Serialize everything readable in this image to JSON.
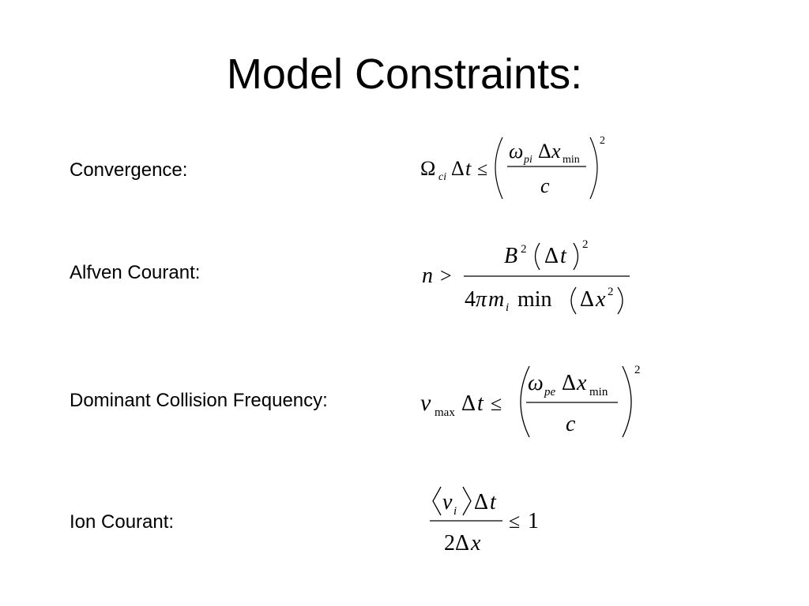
{
  "slide": {
    "title": "Model Constraints:"
  },
  "constraints": [
    {
      "label": "Convergence:",
      "math": {
        "lhs_symbol": "Ω",
        "lhs_sub": "ci",
        "delta": "Δ",
        "t": "t",
        "op": "≤",
        "omega": "ω",
        "omega_sub": "pi",
        "x": "x",
        "x_sub": "min",
        "denominator": "c",
        "exponent": "2"
      }
    },
    {
      "label": "Alfven Courant:",
      "math": {
        "n": "n",
        "op": ">",
        "B": "B",
        "B_exp": "2",
        "delta": "Δ",
        "t": "t",
        "paren_exp": "2",
        "four": "4",
        "pi": "π",
        "m": "m",
        "m_sub": "i",
        "min": "min",
        "x": "x",
        "x_exp": "2"
      }
    },
    {
      "label": "Dominant Collision Frequency:",
      "math": {
        "nu": "ν",
        "nu_sub": "max",
        "delta": "Δ",
        "t": "t",
        "op": "≤",
        "omega": "ω",
        "omega_sub": "pe",
        "x": "x",
        "x_sub": "min",
        "denominator": "c",
        "exponent": "2"
      }
    },
    {
      "label": "Ion Courant:",
      "math": {
        "v": "v",
        "v_sub": "i",
        "delta": "Δ",
        "t": "t",
        "two": "2",
        "x": "x",
        "op": "≤",
        "one": "1"
      }
    }
  ]
}
